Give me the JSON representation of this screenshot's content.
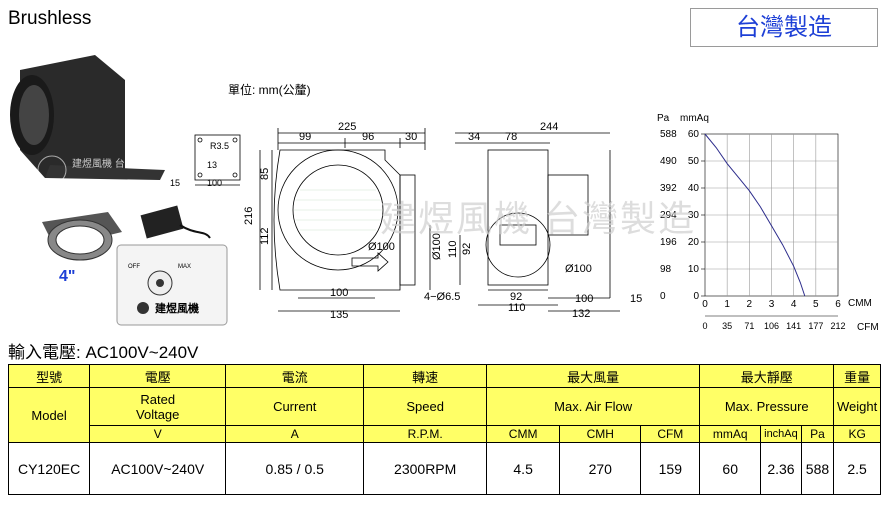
{
  "header": {
    "title": "Brushless",
    "badge": "台灣製造"
  },
  "drawing": {
    "unit_note": "單位: mm(公釐)",
    "watermark": "建煜風機 台灣製造",
    "photo_label_4in": "4\"",
    "controller_brand": "建煜風機",
    "off_label": "OFF",
    "max_label": "MAX",
    "logo_text": "建煜風機\n台灣製造",
    "flange_dims": {
      "r": "R3.5",
      "a": "13",
      "b": "100",
      "c": "15"
    },
    "side_dims": {
      "w": "225",
      "a": "99",
      "b": "96",
      "c": "30",
      "h": "216",
      "h2": "85",
      "h3": "112",
      "d": "Ø100",
      "bw1": "100",
      "bw2": "135"
    },
    "end_dims": {
      "w": "244",
      "a": "34",
      "b": "78",
      "d": "Ø100",
      "h1": "110",
      "h2": "92",
      "dia": "Ø100",
      "hole": "4−Ø6.5",
      "bw1": "92",
      "bw2": "110",
      "bw3": "100",
      "bw4": "132",
      "c": "15"
    }
  },
  "chart_data": {
    "type": "line",
    "y_left_label": "Pa",
    "y_right_label": "mmAq",
    "pa_ticks": [
      "588",
      "490",
      "392",
      "294",
      "196",
      "98",
      "0"
    ],
    "mmaq_ticks": [
      "60",
      "50",
      "40",
      "30",
      "20",
      "10",
      "0"
    ],
    "x_cmm_ticks": [
      "0",
      "1",
      "2",
      "3",
      "4",
      "5",
      "6"
    ],
    "x_cfm_ticks": [
      "0",
      "35",
      "71",
      "106",
      "141",
      "177",
      "212"
    ],
    "x_cmm_label": "CMM",
    "x_cfm_label": "CFM",
    "xlim": [
      0,
      6
    ],
    "ylim": [
      0,
      60
    ],
    "series": [
      {
        "x": [
          0,
          0.5,
          1,
          1.5,
          2,
          2.5,
          3,
          3.5,
          4,
          4.3,
          4.5
        ],
        "y": [
          60,
          55,
          49,
          44,
          39,
          33,
          26,
          19,
          11,
          5,
          0
        ]
      }
    ],
    "grid": true
  },
  "voltage_note": "輸入電壓: AC100V~240V",
  "table": {
    "h1": [
      "型號",
      "電壓",
      "電流",
      "轉速",
      "最大風量",
      "最大靜壓",
      "重量"
    ],
    "h2": [
      "Model",
      "Rated\nVoltage",
      "Current",
      "Speed",
      "Max. Air Flow",
      "Max. Pressure",
      "Weight"
    ],
    "h3": [
      "V",
      "A",
      "R.P.M.",
      "CMM",
      "CMH",
      "CFM",
      "mmAq",
      "inchAq",
      "Pa",
      "KG"
    ],
    "row": [
      "CY120EC",
      "AC100V~240V",
      "0.85 / 0.5",
      "2300RPM",
      "4.5",
      "270",
      "159",
      "60",
      "2.36",
      "588",
      "2.5"
    ]
  }
}
